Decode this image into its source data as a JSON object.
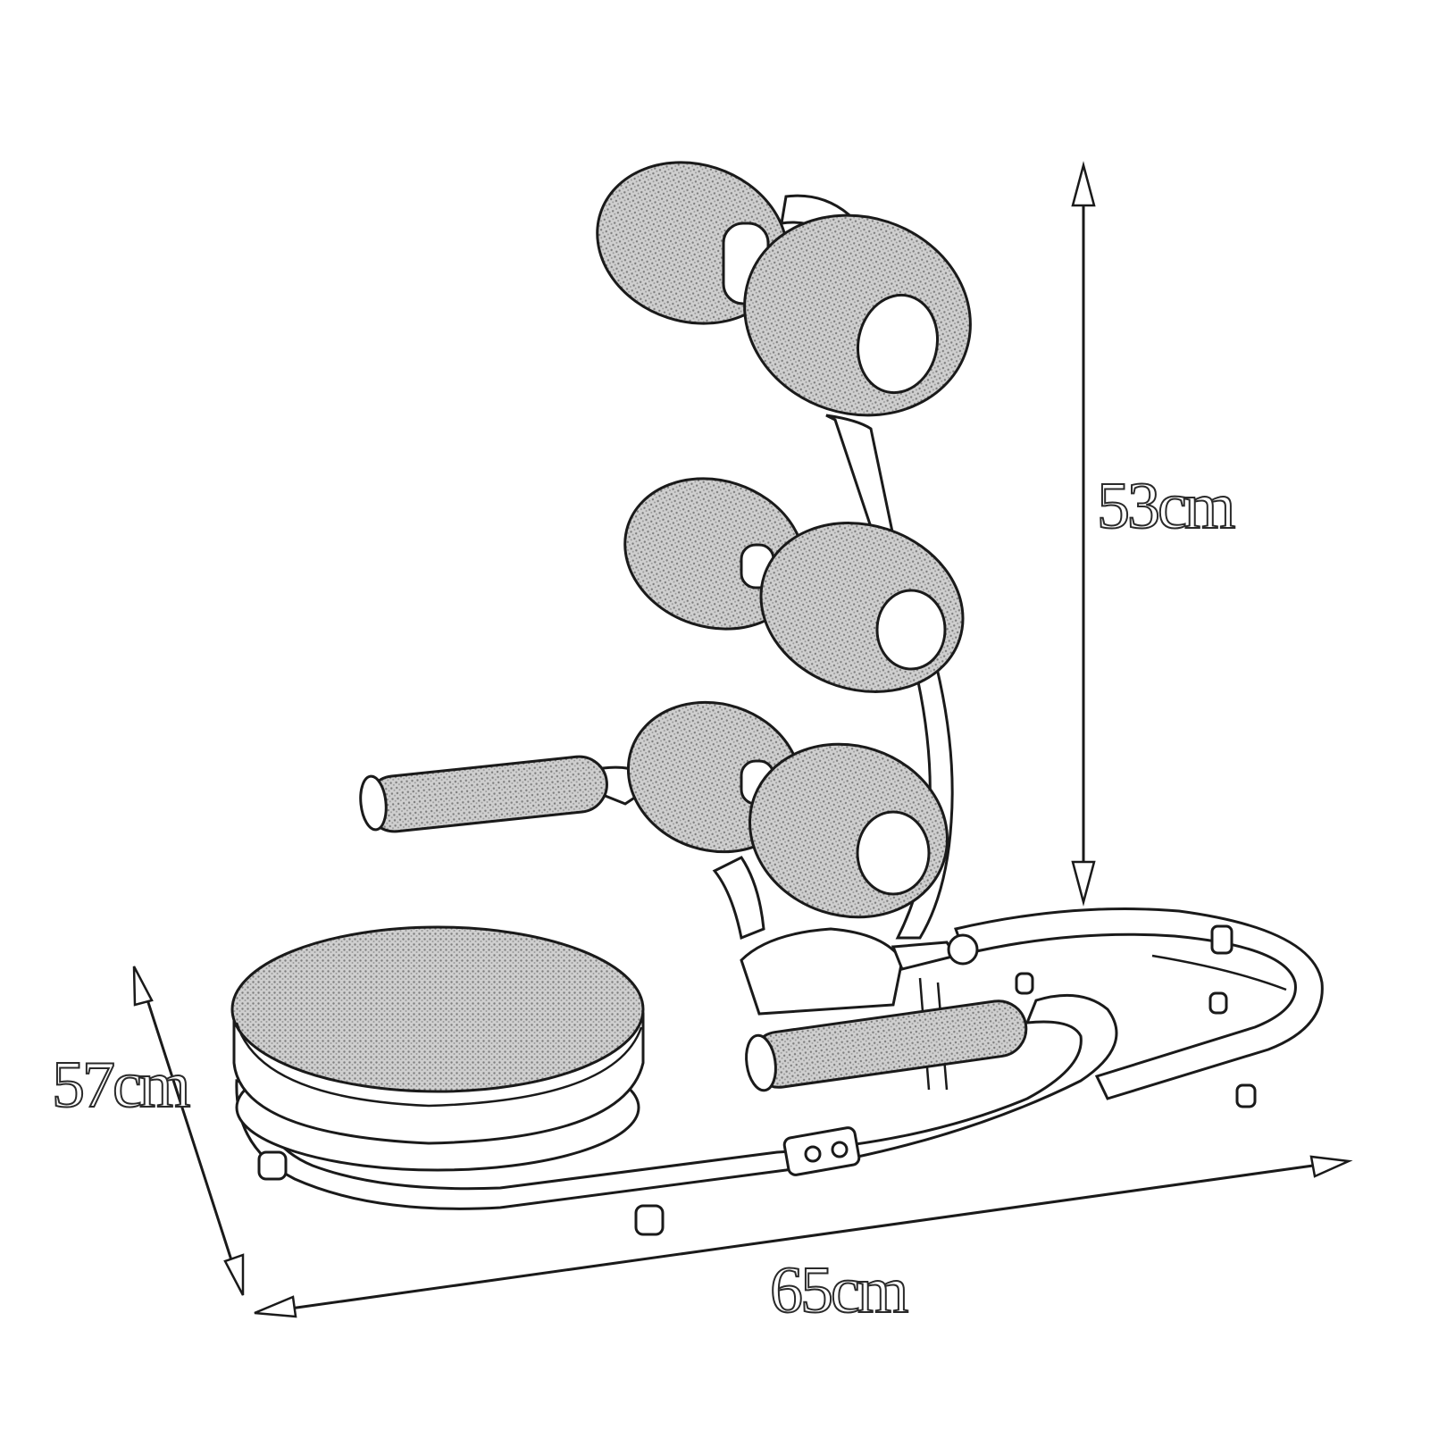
{
  "dimensions": {
    "height": "53cm",
    "depth": "57cm",
    "width": "65cm"
  },
  "colors": {
    "line": "#1a1a1a",
    "foam": "#bdbdbd",
    "background": "#ffffff"
  }
}
